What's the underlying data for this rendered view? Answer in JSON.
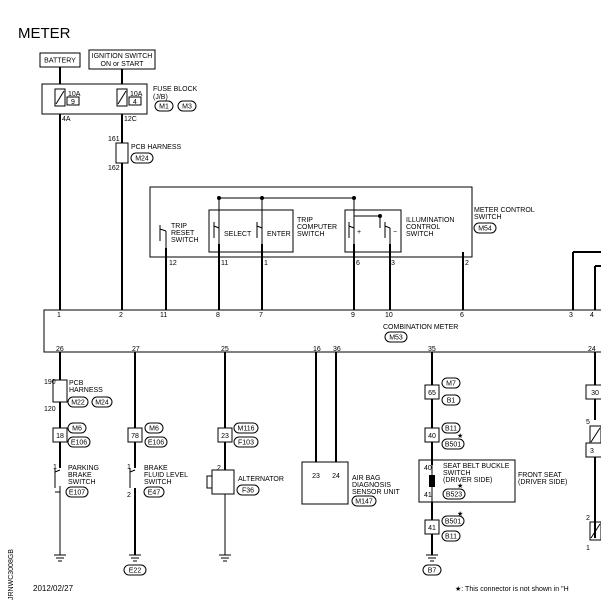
{
  "title": "METER",
  "date": "2012/02/27",
  "doc_code": "JRNWC3008GB",
  "footnote": "★: This connector is not shown in \"H",
  "labels": {
    "battery": "BATTERY",
    "ign1": "IGNITION SWITCH",
    "ign2": "ON or START",
    "fuse1": "FUSE BLOCK",
    "fuse2": "(J/B)",
    "fuse_a_amp": "10A",
    "fuse_a_no": "9",
    "fuse_b_amp": "10A",
    "fuse_b_no": "4",
    "m1": "M1",
    "m3": "M3",
    "pin_4a": "4A",
    "pin_12c": "12C",
    "pcb_161": "161",
    "pcb_162": "162",
    "pcb_harness": "PCB HARNESS",
    "m24": "M24",
    "trip_reset1": "TRIP",
    "trip_reset2": "RESET",
    "trip_reset3": "SWITCH",
    "select": "SELECT",
    "enter": "ENTER",
    "trip_comp1": "TRIP",
    "trip_comp2": "COMPUTER",
    "trip_comp3": "SWITCH",
    "plus": "+",
    "minus": "−",
    "illum1": "ILLUMINATION",
    "illum2": "CONTROL",
    "illum3": "SWITCH",
    "mcs1": "METER CONTROL",
    "mcs2": "SWITCH",
    "m54": "M54",
    "sw_p12": "12",
    "sw_p11": "11",
    "sw_p1": "1",
    "sw_p6": "6",
    "sw_p3": "3",
    "sw_p2": "2",
    "top_1": "1",
    "top_2": "2",
    "top_11": "11",
    "top_8": "8",
    "top_7": "7",
    "top_9": "9",
    "top_10": "10",
    "top_6": "6",
    "top_3": "3",
    "top_4": "4",
    "comb1": "COMBINATION METER",
    "m53": "M53",
    "b26": "26",
    "b27": "27",
    "b25": "25",
    "b16": "16",
    "b36": "36",
    "b35": "35",
    "b24": "24",
    "pcb2_190": "190",
    "pcb2_120": "120",
    "pcb2_1": "PCB",
    "pcb2_2": "HARNESS",
    "m22": "M22",
    "m24b": "M24",
    "c18": "18",
    "m6a": "M6",
    "e106a": "E106",
    "pbs_1": "1",
    "pbs1": "PARKING",
    "pbs2": "BRAKE",
    "pbs3": "SWITCH",
    "e107": "E107",
    "c78": "78",
    "m6b": "M6",
    "e106b": "E106",
    "bfl_1": "1",
    "bfl_2": "2",
    "bfl1": "BRAKE",
    "bfl2": "FLUID LEVEL",
    "bfl3": "SWITCH",
    "e47": "E47",
    "e22": "E22",
    "c23": "23",
    "m116": "M116",
    "f103": "F103",
    "alt_2": "2",
    "alt": "ALTERNATOR",
    "f36": "F36",
    "ab_23": "23",
    "ab_24": "24",
    "ab1": "AIR BAG",
    "ab2": "DIAGNOSIS",
    "ab3": "SENSOR UNIT",
    "m147": "M147",
    "c65": "65",
    "m7": "M7",
    "b1": "B1",
    "c40": "40",
    "b11a": "B11",
    "b501a": "B501",
    "star_a": "★",
    "sbb_40": "40",
    "sbb_41": "41",
    "sbb1": "SEAT BELT BUCKLE",
    "sbb2": "SWITCH",
    "sbb3": "(DRIVER SIDE)",
    "b523": "B523",
    "star_b": "★",
    "fs1": "FRONT SEAT",
    "fs2": "(DRIVER SIDE)",
    "c41": "41",
    "b501b": "B501",
    "b11b": "B11",
    "star_c": "★",
    "b7": "B7",
    "r30": "30",
    "r5": "5",
    "r3": "3",
    "r2": "2",
    "r1": "1"
  }
}
